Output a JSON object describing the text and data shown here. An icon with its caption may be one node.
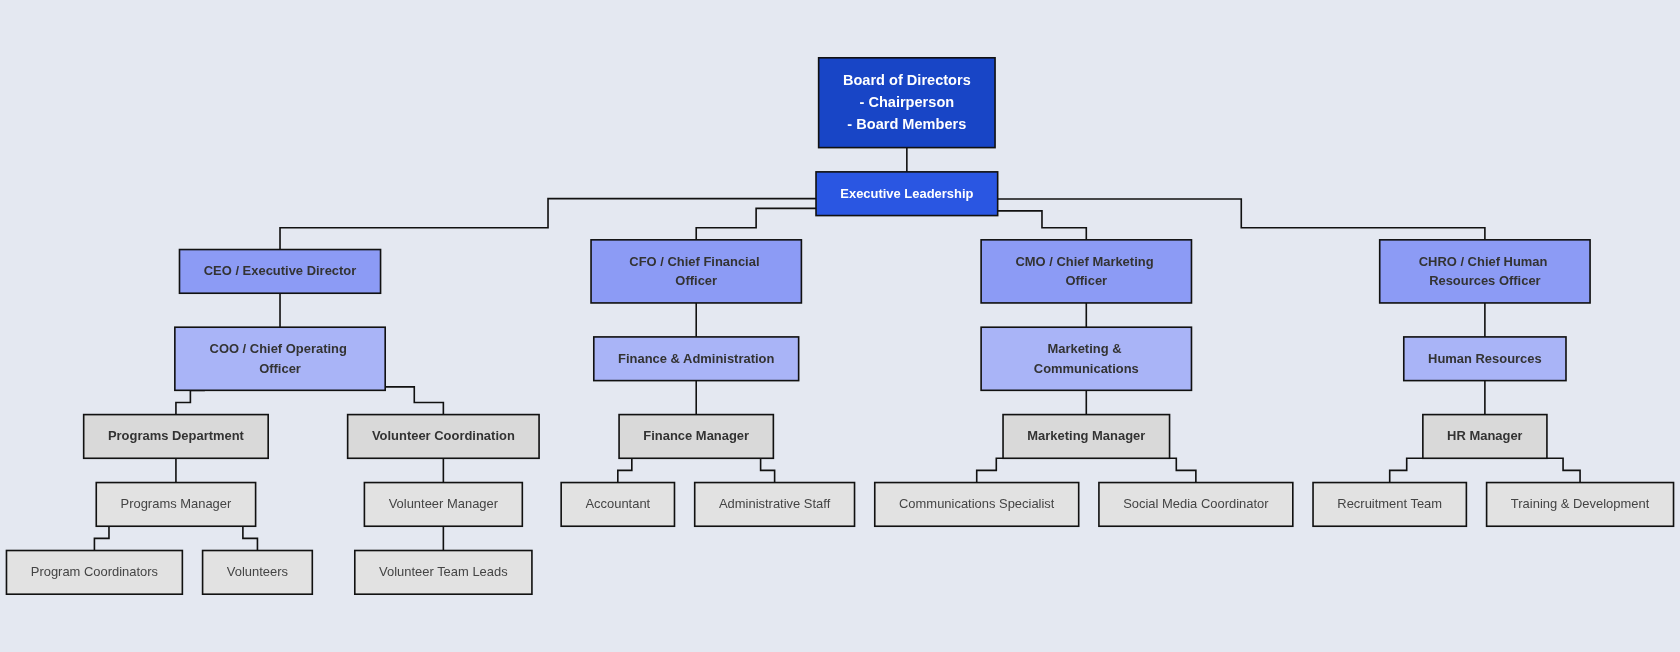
{
  "diagram": {
    "nodes": [
      {
        "text": [
          "Board of Directors",
          "- Chairperson",
          "- Board Members"
        ]
      },
      {
        "text": [
          "Executive Leadership"
        ]
      },
      {
        "text": [
          "CEO / Executive Director"
        ]
      },
      {
        "text": [
          "COO / Chief Operating Officer"
        ]
      },
      {
        "text": [
          "Programs Department"
        ]
      },
      {
        "text": [
          "Programs Manager"
        ]
      },
      {
        "text": [
          "Program Coordinators"
        ]
      },
      {
        "text": [
          "Volunteers"
        ]
      },
      {
        "text": [
          "Volunteer Coordination"
        ]
      },
      {
        "text": [
          "Volunteer Manager"
        ]
      },
      {
        "text": [
          "Volunteer Team Leads"
        ]
      },
      {
        "text": [
          "CFO / Chief Financial Officer"
        ]
      },
      {
        "text": [
          "Finance & Administration"
        ]
      },
      {
        "text": [
          "Finance Manager"
        ]
      },
      {
        "text": [
          "Accountant"
        ]
      },
      {
        "text": [
          "Administrative Staff"
        ]
      },
      {
        "text": [
          "CMO / Chief Marketing Officer"
        ]
      },
      {
        "text": [
          "Marketing & Communications"
        ]
      },
      {
        "text": [
          "Marketing Manager"
        ]
      },
      {
        "text": [
          "Communications Specialist"
        ]
      },
      {
        "text": [
          "Social Media Coordinator"
        ]
      },
      {
        "text": [
          "CHRO / Chief Human Resources Officer"
        ]
      },
      {
        "text": [
          "Human Resources"
        ]
      },
      {
        "text": [
          "HR Manager"
        ]
      },
      {
        "text": [
          "Recruitment Team"
        ]
      },
      {
        "text": [
          "Training & Development"
        ]
      }
    ],
    "edges": [
      {
        "from": 0,
        "to": 1,
        "arrow": "none"
      },
      {
        "from": 1,
        "to": 2,
        "arrow": "none"
      },
      {
        "from": 1,
        "to": 11,
        "arrow": "none"
      },
      {
        "from": 1,
        "to": 16,
        "arrow": "none"
      },
      {
        "from": 1,
        "to": 21,
        "arrow": "none"
      },
      {
        "from": 2,
        "to": 3,
        "arrow": "none"
      },
      {
        "from": 3,
        "to": 4,
        "arrow": "none"
      },
      {
        "from": 3,
        "to": 8,
        "arrow": "none"
      },
      {
        "from": 4,
        "to": 5,
        "arrow": "none"
      },
      {
        "from": 5,
        "to": 6,
        "arrow": "none"
      },
      {
        "from": 5,
        "to": 7,
        "arrow": "none"
      },
      {
        "from": 8,
        "to": 9,
        "arrow": "none"
      },
      {
        "from": 9,
        "to": 10,
        "arrow": "none"
      },
      {
        "from": 11,
        "to": 12,
        "arrow": "none"
      },
      {
        "from": 12,
        "to": 13,
        "arrow": "none"
      },
      {
        "from": 13,
        "to": 14,
        "arrow": "none"
      },
      {
        "from": 13,
        "to": 15,
        "arrow": "none"
      },
      {
        "from": 16,
        "to": 17,
        "arrow": "none"
      },
      {
        "from": 17,
        "to": 18,
        "arrow": "none"
      },
      {
        "from": 18,
        "to": 19,
        "arrow": "none"
      },
      {
        "from": 18,
        "to": 20,
        "arrow": "none"
      },
      {
        "from": 21,
        "to": 22,
        "arrow": "none"
      },
      {
        "from": 22,
        "to": 23,
        "arrow": "none"
      },
      {
        "from": 23,
        "to": 24,
        "arrow": "none"
      },
      {
        "from": 23,
        "to": 25,
        "arrow": "none"
      }
    ]
  }
}
